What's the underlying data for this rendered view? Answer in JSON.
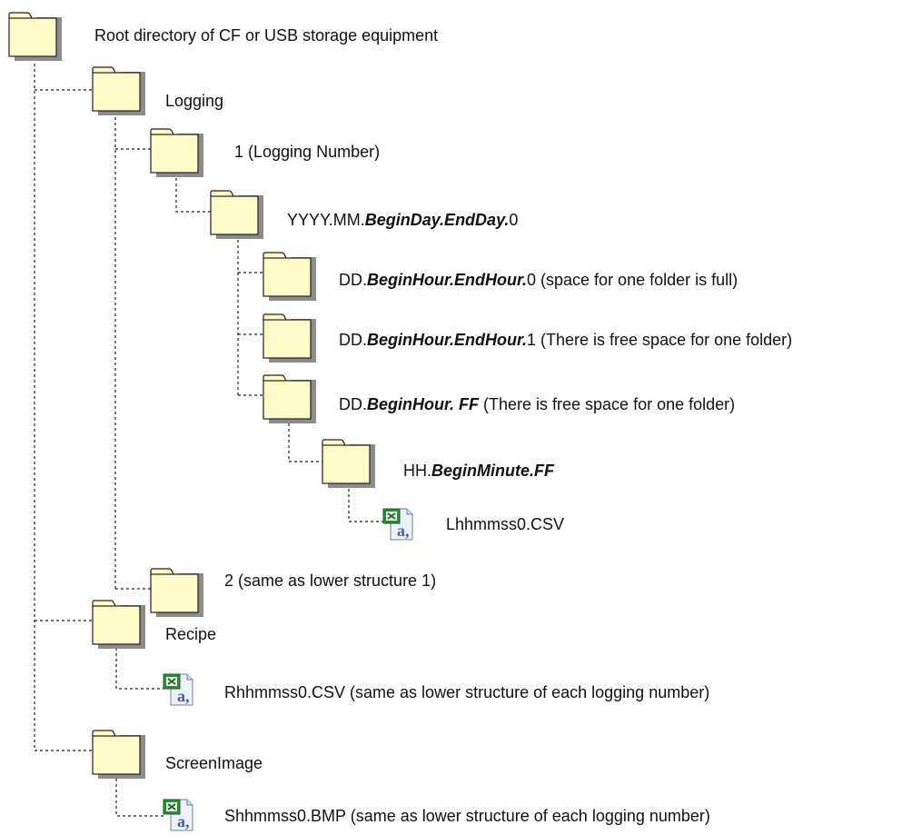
{
  "colors": {
    "folder_fill": "#FFFBC8",
    "folder_stroke": "#222222",
    "folder_shadow": "#8C8C8C",
    "connector": "#222222",
    "csv_green": "#2E8B3A",
    "csv_blue": "#3B5FA8"
  },
  "icons": {
    "folder": "folder-icon",
    "file": "spreadsheet-file-icon"
  },
  "tree": {
    "root": {
      "label": "Root directory of CF or USB storage equipment"
    },
    "logging": {
      "label": "Logging"
    },
    "log1": {
      "label": "1 (Logging Number)"
    },
    "month": {
      "prefix": "YYYY.MM.",
      "italic": "BeginDay.EndDay.",
      "suffix": "0"
    },
    "day_full": {
      "prefix": "DD.",
      "italic": "BeginHour.EndHour.",
      "suffix": "0 (space for one folder is full)"
    },
    "day_free": {
      "prefix": "DD.",
      "italic": "BeginHour.EndHour.",
      "suffix": "1 (There is free space for one folder)"
    },
    "day_ff": {
      "prefix": "DD.",
      "italic": "BeginHour. FF",
      "suffix": " (There is free space for one folder)"
    },
    "hour": {
      "prefix": "HH.",
      "italic": "BeginMinute.FF",
      "suffix": ""
    },
    "log_csv": {
      "label": "Lhhmmss0.CSV"
    },
    "log2": {
      "label": "2  (same as lower structure 1)"
    },
    "recipe": {
      "label": "Recipe"
    },
    "recipe_csv": {
      "label": "Rhhmmss0.CSV (same as lower structure of each logging number)"
    },
    "screen": {
      "label": "ScreenImage"
    },
    "screen_bmp": {
      "label": "Shhmmss0.BMP (same as lower structure of each logging number)"
    }
  }
}
